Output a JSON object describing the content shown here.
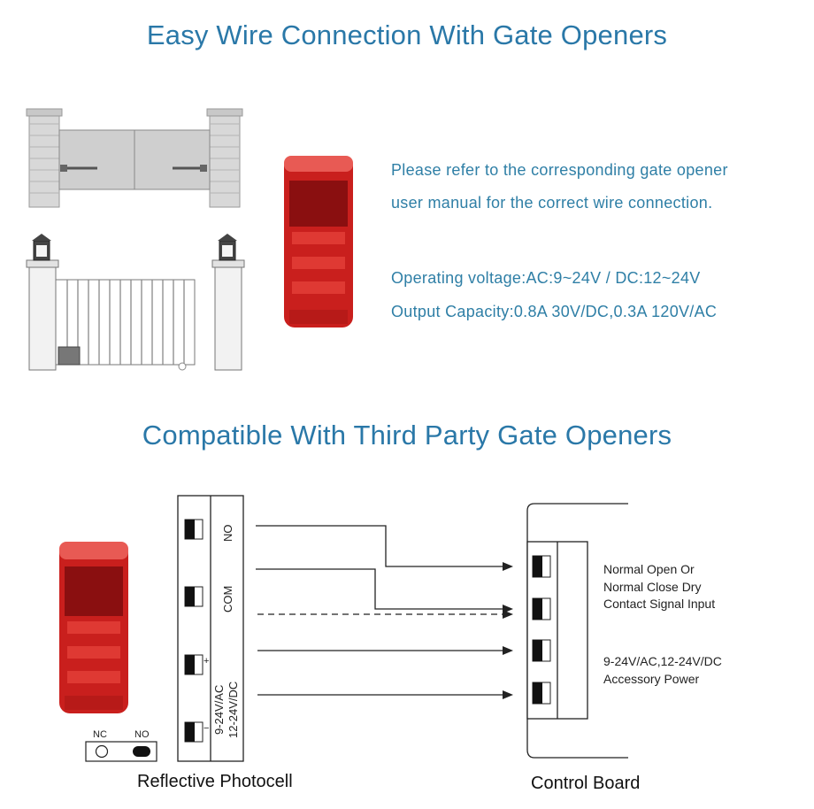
{
  "section1": {
    "title": "Easy Wire Connection With Gate Openers",
    "note_line1": "Please refer to the corresponding gate opener",
    "note_line2": "user manual for the correct wire connection.",
    "spec_voltage": "Operating voltage:AC:9~24V /  DC:12~24V",
    "spec_capacity": "Output Capacity:0.8A 30V/DC,0.3A 120V/AC"
  },
  "section2": {
    "title": "Compatible With Third Party Gate Openers",
    "photocell_terminals": [
      "NO",
      "COM",
      "9-24V/AC",
      "12-24V/DC"
    ],
    "switch_labels": [
      "NC",
      "NO"
    ],
    "board_label_1": [
      "Normal Open Or",
      "Normal Close Dry",
      "Contact Signal Input"
    ],
    "board_label_2": [
      "9-24V/AC,12-24V/DC",
      "Accessory Power"
    ],
    "caption_photocell": "Reflective Photocell",
    "caption_board": "Control Board"
  },
  "colors": {
    "title_blue": "#2a78a8",
    "text_blue": "#2f7fa6",
    "device_red": "#d42a26",
    "line_dark": "#222222"
  }
}
